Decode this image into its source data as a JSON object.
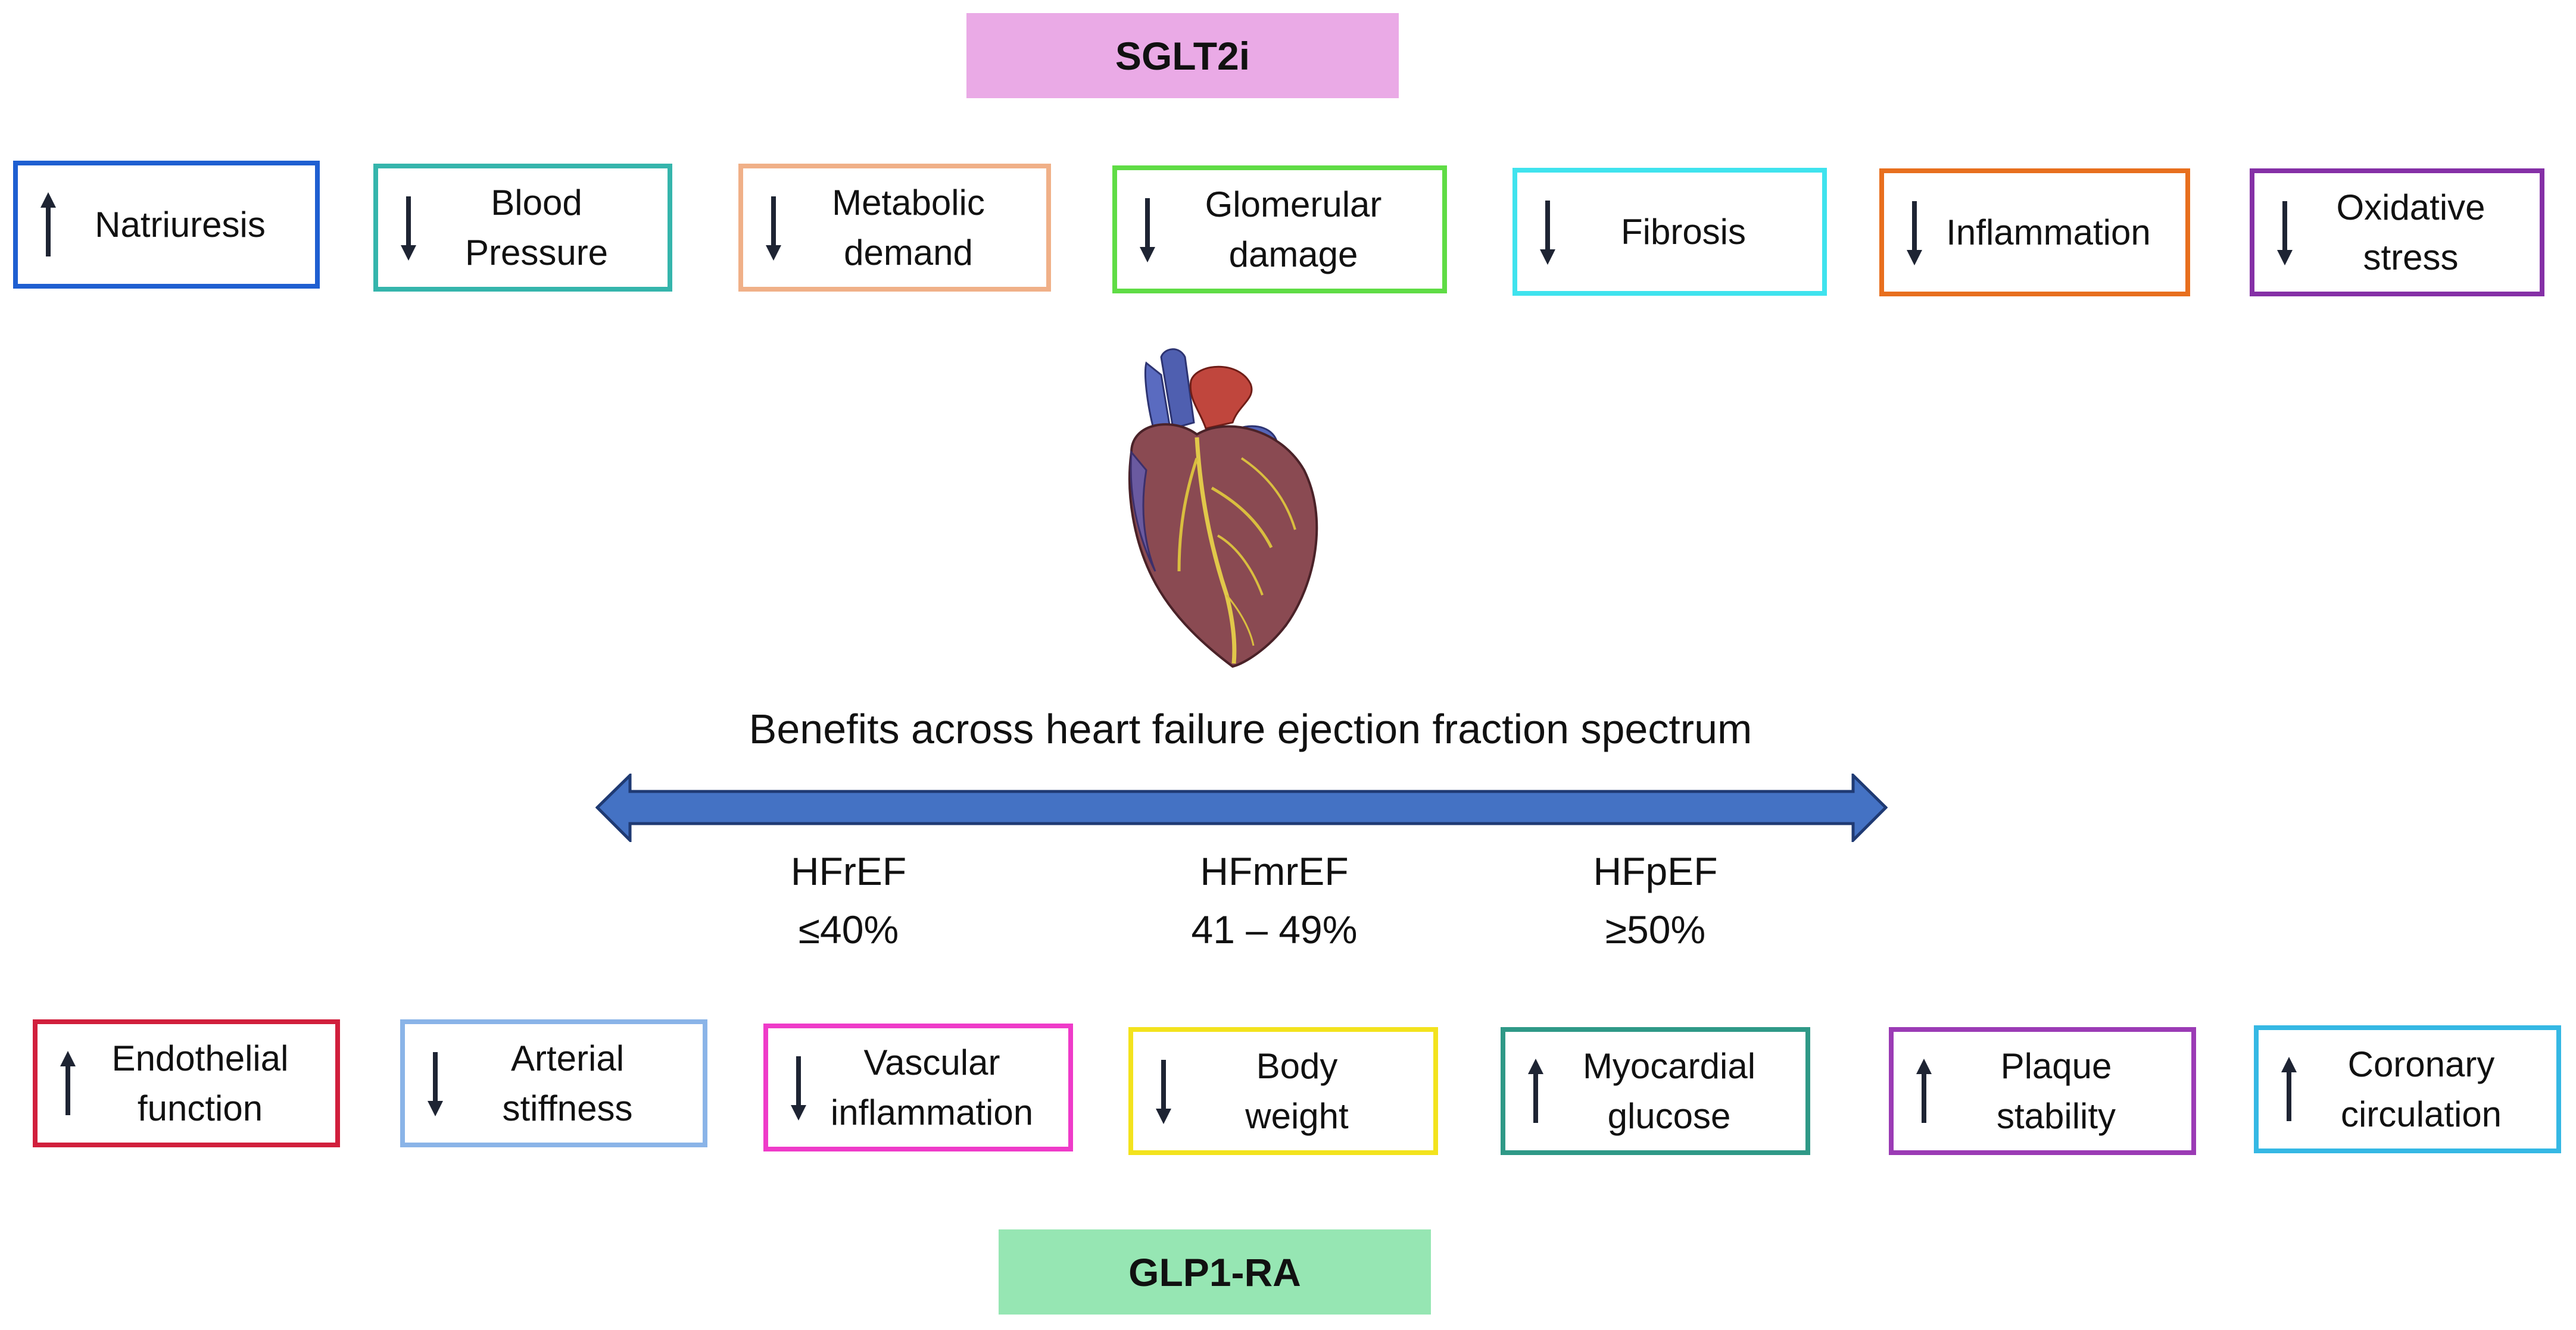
{
  "top_banner": {
    "label": "SGLT2i",
    "color": "#eaaae6"
  },
  "bottom_banner": {
    "label": "GLP1-RA",
    "color": "#96e6b3"
  },
  "sglt2i_effects": [
    {
      "direction": "up",
      "label": "Natriuresis",
      "border": "#1f5fd1"
    },
    {
      "direction": "down",
      "label": "Blood\nPressure",
      "border": "#35b5ac"
    },
    {
      "direction": "down",
      "label": "Metabolic\ndemand",
      "border": "#f0b088"
    },
    {
      "direction": "down",
      "label": "Glomerular\ndamage",
      "border": "#5fdc45"
    },
    {
      "direction": "down",
      "label": "Fibrosis",
      "border": "#3fe3ee"
    },
    {
      "direction": "down",
      "label": "Inflammation",
      "border": "#e86f1e"
    },
    {
      "direction": "down",
      "label": "Oxidative\nstress",
      "border": "#8530a6"
    }
  ],
  "center": {
    "heart_icon": "heart-anatomy-icon",
    "benefits_text": "Benefits across heart failure ejection fraction spectrum",
    "arrow_color": "#4472c4",
    "ef_categories": [
      {
        "name": "HFrEF",
        "value": "≤40%"
      },
      {
        "name": "HFmrEF",
        "value": "41 – 49%"
      },
      {
        "name": "HFpEF",
        "value": "≥50%"
      }
    ]
  },
  "glp1_effects": [
    {
      "direction": "up",
      "label": "Endothelial\nfunction",
      "border": "#d11f3c"
    },
    {
      "direction": "down",
      "label": "Arterial\nstiffness",
      "border": "#8ab4e8"
    },
    {
      "direction": "down",
      "label": "Vascular\ninflammation",
      "border": "#ef3bc9"
    },
    {
      "direction": "down",
      "label": "Body\nweight",
      "border": "#f3e31d"
    },
    {
      "direction": "up",
      "label": "Myocardial\nglucose",
      "border": "#2f9987"
    },
    {
      "direction": "up",
      "label": "Plaque\nstability",
      "border": "#9b3bb5"
    },
    {
      "direction": "up",
      "label": "Coronary\ncirculation",
      "border": "#35b8e4"
    }
  ]
}
